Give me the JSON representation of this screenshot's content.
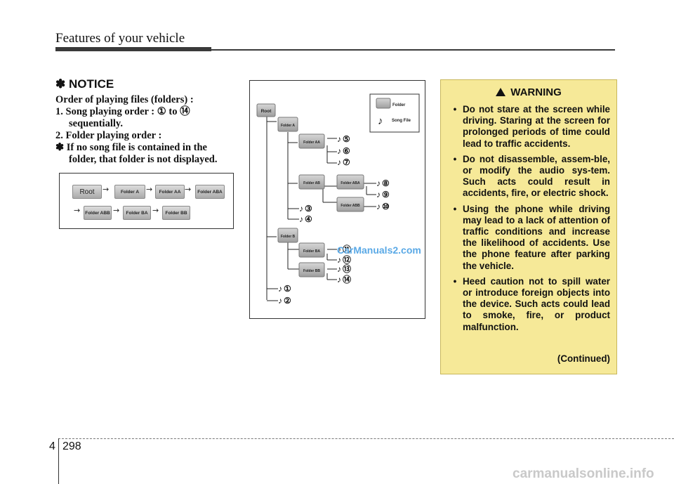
{
  "header": {
    "title": "Features of your vehicle"
  },
  "notice": {
    "heading": "✽ NOTICE",
    "line1": "Order of playing files (folders) :",
    "line2": "1. Song playing order : ① to ⑭",
    "line3": "sequentially.",
    "line4": "2. Folder playing order :",
    "line5": "✽ If no song file is contained in the",
    "line6": "folder, that folder is not displayed."
  },
  "order_diagram": {
    "nodes": [
      "Root",
      "Folder A",
      "Folder AA",
      "Folder ABA",
      "Folder ABB",
      "Folder BA",
      "Folder BB"
    ],
    "arrow": "→"
  },
  "tree": {
    "legend_folder": "Folder",
    "legend_song": "Song File",
    "folders": {
      "root": "Root",
      "a": "Folder A",
      "aa": "Folder AA",
      "ab": "Folder AB",
      "aba": "Folder ABA",
      "abb": "Folder ABB",
      "b": "Folder B",
      "ba": "Folder BA",
      "bb": "Folder BB"
    },
    "songs": [
      "①",
      "②",
      "③",
      "④",
      "⑤",
      "⑥",
      "⑦",
      "⑧",
      "⑨",
      "⑩",
      "⑪",
      "⑫",
      "⑬",
      "⑭"
    ],
    "note": "♪"
  },
  "warning": {
    "heading": "WARNING",
    "bullet": "•",
    "items": [
      "Do not stare at the screen while driving. Staring at the screen for prolonged periods of time could lead to traffic accidents.",
      "Do not disassemble, assem-ble, or modify the audio sys-tem. Such acts could result in accidents, fire, or electric shock.",
      "Using the phone while driving may lead to a lack of attention of traffic conditions and increase the likelihood of accidents. Use the phone feature after parking the vehicle.",
      "Heed caution not to spill water or introduce foreign objects into the device. Such acts could lead to smoke, fire, or product malfunction."
    ],
    "continued": "(Continued)"
  },
  "footer": {
    "section": "4",
    "page": "298"
  },
  "watermarks": {
    "carmanuals": "CarManuals2.com",
    "site": "carmanualsonline.info"
  },
  "colors": {
    "warning_bg": "#f6e998",
    "folder_gray": "#b0b0b0",
    "watermark_blue": "#5aa9e6"
  }
}
